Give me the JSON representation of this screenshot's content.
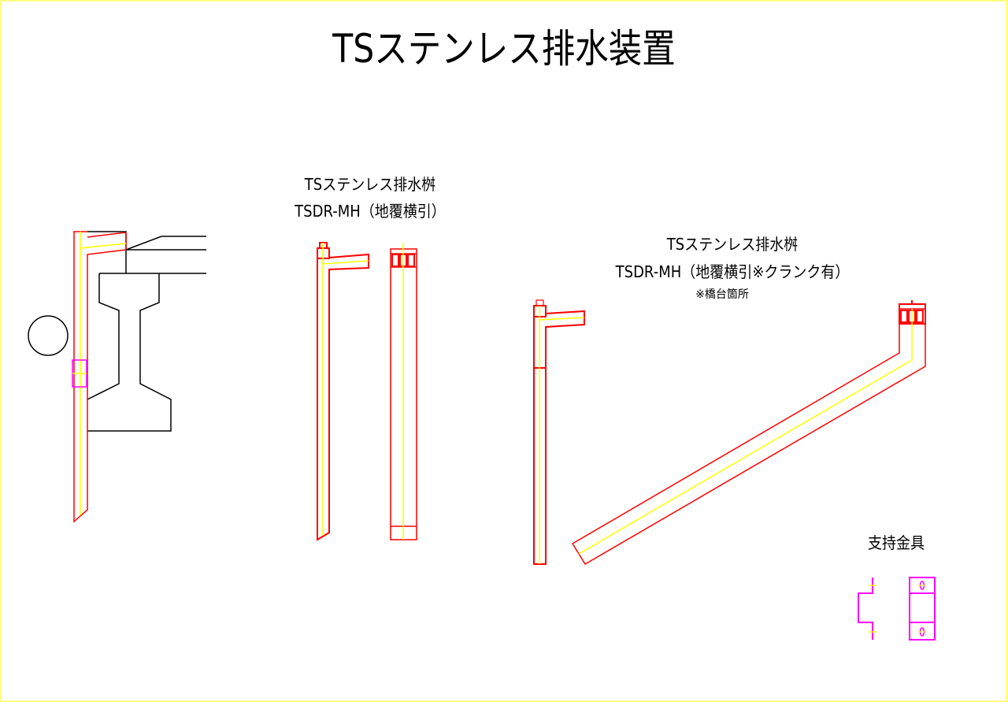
{
  "title": "TSステンレス排水装置",
  "middle": {
    "label": "TSステンレス排水桝",
    "model": "TSDR-MH（地覆横引）"
  },
  "right": {
    "label": "TSステンレス排水桝",
    "model": "TSDR-MH（地覆横引※クランク有）",
    "note": "※橋台箇所"
  },
  "bracket": {
    "label": "支持金具"
  },
  "colors": {
    "pipe": "#ff0000",
    "center": "#ffff00",
    "bracket": "#ff00ff",
    "structure": "#000000",
    "border": "#ffff00"
  }
}
